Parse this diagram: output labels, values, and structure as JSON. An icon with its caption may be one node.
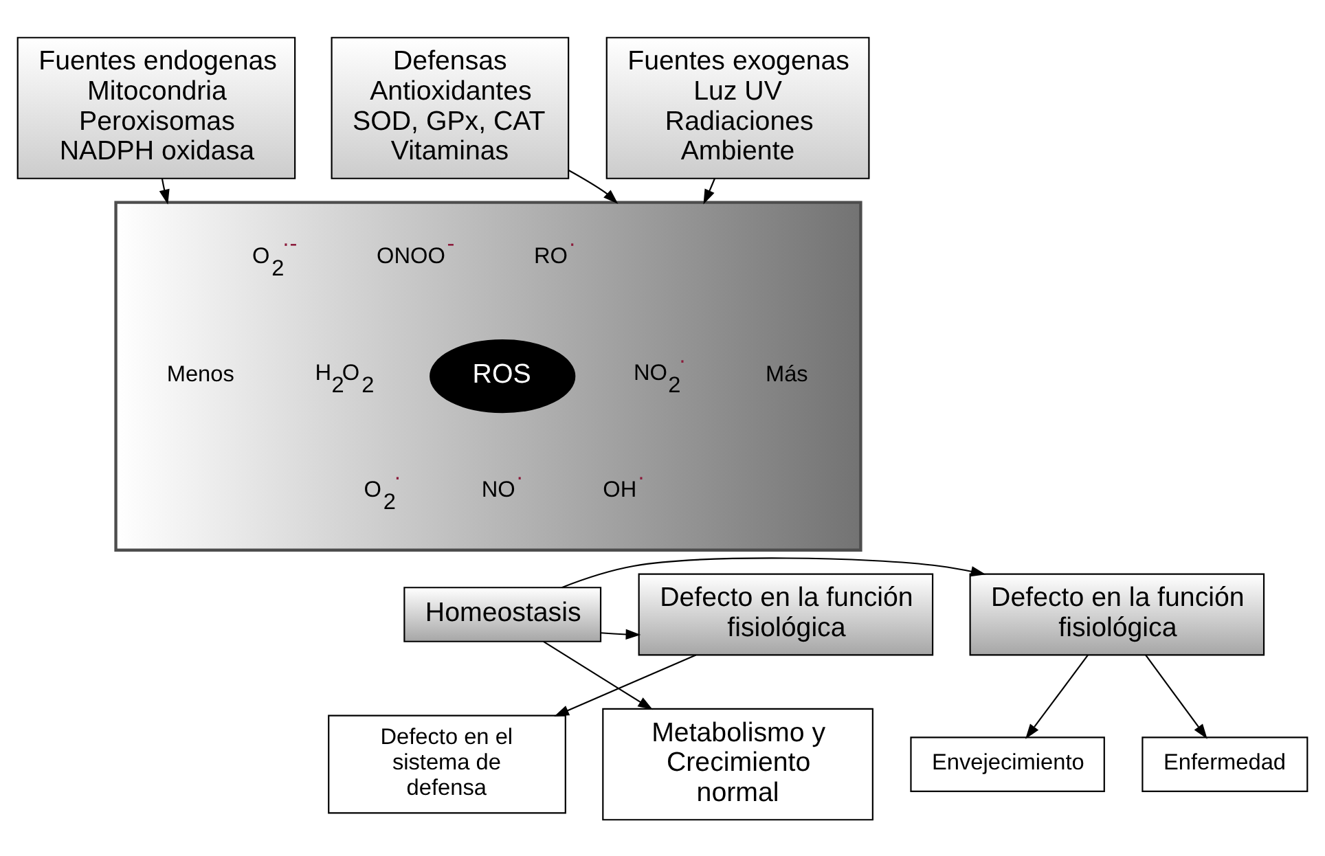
{
  "diagram": {
    "nodes": [
      {
        "text": [
          "Fuentes endogenas",
          "Mitocondria",
          "Peroxisomas",
          "NADPH oxidasa"
        ]
      },
      {
        "text": [
          "Defensas",
          "Antioxidantes",
          "SOD, GPx, CAT",
          "Vitaminas"
        ]
      },
      {
        "text": [
          "Fuentes exogenas",
          "Luz UV",
          "Radiaciones",
          "Ambiente"
        ]
      },
      {
        "text": [],
        "shape": "box"
      },
      {
        "text": [
          "ROS"
        ],
        "in": 3
      },
      {
        "text": [
          "Defecto en la función fisiológica"
        ]
      },
      {
        "text": [
          "Homeostasis"
        ]
      },
      {
        "text": [
          "Defecto en la función fisiológica"
        ]
      },
      {
        "text": [
          "Defecto en el sistema de defensa"
        ]
      },
      {
        "text": [
          "Metabolismo y Crecimiento normal"
        ]
      },
      {
        "text": [
          "Envejecimiento"
        ]
      },
      {
        "text": [
          "Enfermedad"
        ]
      }
    ],
    "edges": [
      {
        "from": 0,
        "to": 3,
        "arrow": "to"
      },
      {
        "from": 1,
        "to": 3,
        "arrow": "to"
      },
      {
        "from": 2,
        "to": 3,
        "arrow": "to"
      },
      {
        "from": 6,
        "to": 5,
        "arrow": "to"
      },
      {
        "from": 6,
        "to": 7,
        "arrow": "to"
      },
      {
        "from": 5,
        "to": 8,
        "arrow": "to"
      },
      {
        "from": 6,
        "to": 9,
        "arrow": "to"
      },
      {
        "from": 7,
        "to": 10,
        "arrow": "to"
      },
      {
        "from": 7,
        "to": 11,
        "arrow": "to"
      }
    ],
    "labels": [
      "O$_{2}$$^{·-}$",
      "ONOO$^{-}$",
      "RO$^{·}$",
      "Menos",
      "H$_{2}$O$_{2}$",
      "NO$_{2}$$^{·}$",
      "Más",
      "O$_{2}$$^{·}$",
      "NO$^{·}$",
      "OH$^{·}$"
    ]
  }
}
